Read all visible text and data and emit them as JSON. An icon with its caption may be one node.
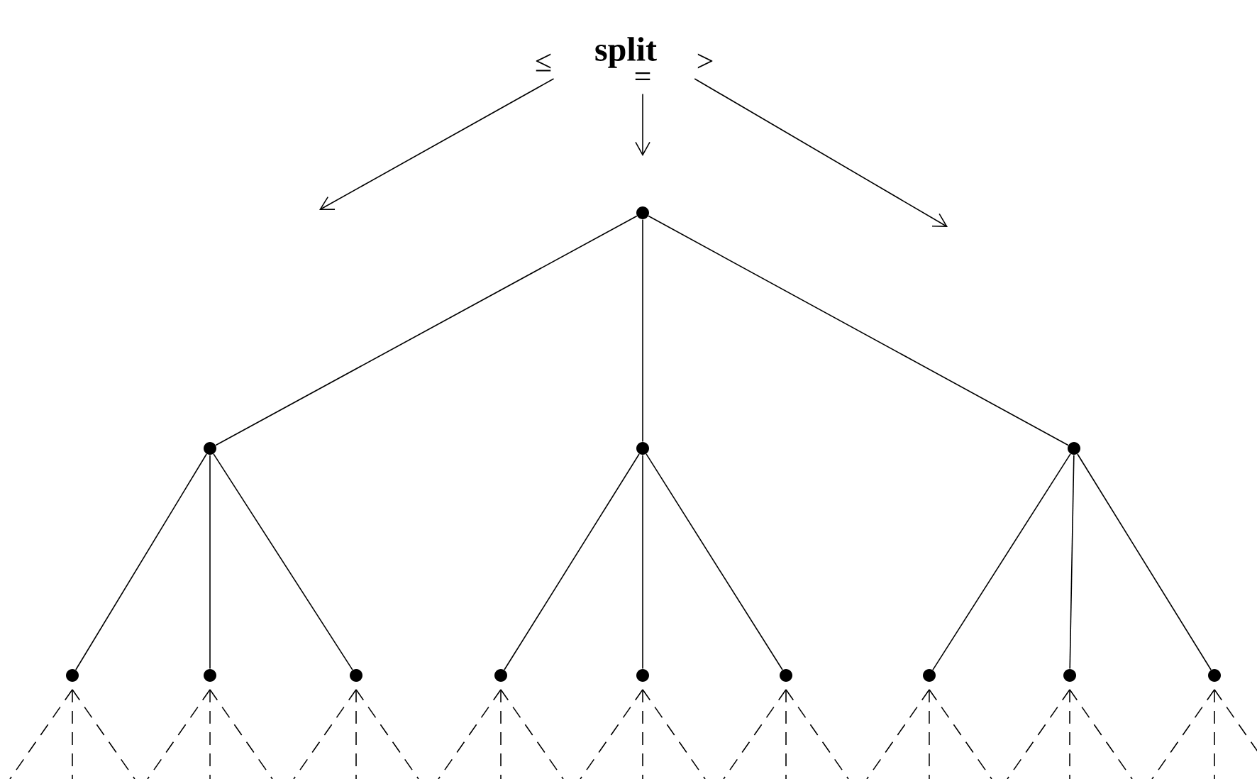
{
  "diagram": {
    "nodes": [
      {
        "text": [
          "≤"
        ]
      },
      {
        "text": [
          ">"
        ]
      },
      {
        "text": [
          "="
        ]
      },
      {
        "text": [],
        "shape": "circle"
      },
      {
        "text": [],
        "shape": "circle"
      },
      {
        "text": [],
        "shape": "circle"
      },
      {
        "text": [],
        "shape": "circle"
      },
      {
        "text": [],
        "shape": "circle"
      },
      {
        "text": [],
        "shape": "circle"
      },
      {
        "text": [],
        "shape": "circle"
      },
      {
        "text": [],
        "shape": "circle"
      },
      {
        "text": [],
        "shape": "circle"
      },
      {
        "text": [],
        "shape": "circle"
      },
      {
        "text": [],
        "shape": "circle"
      },
      {
        "text": [],
        "shape": "circle"
      },
      {
        "text": [],
        "shape": "circle"
      }
    ],
    "edges": [
      {
        "from": 0,
        "to": null,
        "arrow": "to"
      },
      {
        "from": 2,
        "to": null,
        "arrow": "to"
      },
      {
        "from": 1,
        "to": null,
        "arrow": "to"
      },
      {
        "from": 3,
        "to": 4,
        "arrow": "none"
      },
      {
        "from": 3,
        "to": 5,
        "arrow": "none"
      },
      {
        "from": 3,
        "to": 6,
        "arrow": "none"
      },
      {
        "from": 4,
        "to": 7,
        "arrow": "none"
      },
      {
        "from": 4,
        "to": 8,
        "arrow": "none"
      },
      {
        "from": 4,
        "to": 9,
        "arrow": "none"
      },
      {
        "from": 5,
        "to": 10,
        "arrow": "none"
      },
      {
        "from": 5,
        "to": 11,
        "arrow": "none"
      },
      {
        "from": 5,
        "to": 12,
        "arrow": "none"
      },
      {
        "from": 6,
        "to": 13,
        "arrow": "none"
      },
      {
        "from": 6,
        "to": 14,
        "arrow": "none"
      },
      {
        "from": 6,
        "to": 15,
        "arrow": "none"
      },
      {
        "from": 7,
        "to": null,
        "arrow": "none",
        "style": "dashed"
      },
      {
        "from": 7,
        "to": null,
        "arrow": "none",
        "style": "dashed"
      },
      {
        "from": 7,
        "to": null,
        "arrow": "none",
        "style": "dashed"
      },
      {
        "from": 8,
        "to": null,
        "arrow": "none",
        "style": "dashed"
      },
      {
        "from": 8,
        "to": null,
        "arrow": "none",
        "style": "dashed"
      },
      {
        "from": 8,
        "to": null,
        "arrow": "none",
        "style": "dashed"
      },
      {
        "from": 9,
        "to": null,
        "arrow": "none",
        "style": "dashed"
      },
      {
        "from": 9,
        "to": null,
        "arrow": "none",
        "style": "dashed"
      },
      {
        "from": 9,
        "to": null,
        "arrow": "none",
        "style": "dashed"
      },
      {
        "from": 10,
        "to": null,
        "arrow": "none",
        "style": "dashed"
      },
      {
        "from": 10,
        "to": null,
        "arrow": "none",
        "style": "dashed"
      },
      {
        "from": 10,
        "to": null,
        "arrow": "none",
        "style": "dashed"
      },
      {
        "from": 11,
        "to": null,
        "arrow": "none",
        "style": "dashed"
      },
      {
        "from": 11,
        "to": null,
        "arrow": "none",
        "style": "dashed"
      },
      {
        "from": 11,
        "to": null,
        "arrow": "none",
        "style": "dashed"
      },
      {
        "from": 12,
        "to": null,
        "arrow": "none",
        "style": "dashed"
      },
      {
        "from": 12,
        "to": null,
        "arrow": "none",
        "style": "dashed"
      },
      {
        "from": 12,
        "to": null,
        "arrow": "none",
        "style": "dashed"
      },
      {
        "from": 13,
        "to": null,
        "arrow": "none",
        "style": "dashed"
      },
      {
        "from": 13,
        "to": null,
        "arrow": "none",
        "style": "dashed"
      },
      {
        "from": 13,
        "to": null,
        "arrow": "none",
        "style": "dashed"
      },
      {
        "from": 14,
        "to": null,
        "arrow": "none",
        "style": "dashed"
      },
      {
        "from": 14,
        "to": null,
        "arrow": "none",
        "style": "dashed"
      },
      {
        "from": 14,
        "to": null,
        "arrow": "none",
        "style": "dashed"
      },
      {
        "from": 15,
        "to": null,
        "arrow": "none",
        "style": "dashed"
      },
      {
        "from": 15,
        "to": null,
        "arrow": "none",
        "style": "dashed"
      },
      {
        "from": 15,
        "to": null,
        "arrow": "none",
        "style": "dashed"
      }
    ],
    "labels": [
      "split"
    ]
  }
}
